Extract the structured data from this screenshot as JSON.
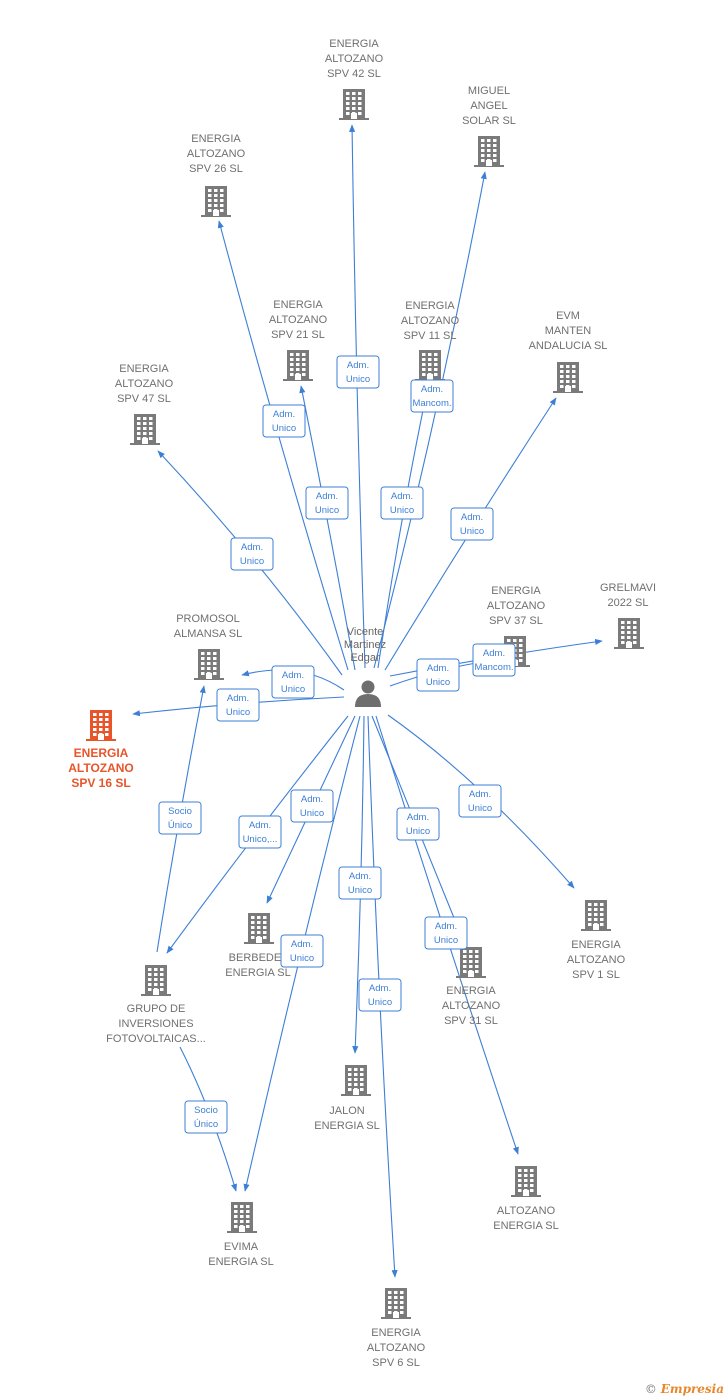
{
  "colors": {
    "edge": "#3d7fd6",
    "node": "#7a7a7a",
    "focus": "#e8552b"
  },
  "center": {
    "name_lines": [
      "Vicente",
      "Martinez",
      "Edgar"
    ],
    "icon": "person-icon"
  },
  "nodes": [
    {
      "id": "spv42",
      "lines": [
        "ENERGIA",
        "ALTOZANO",
        "SPV 42  SL"
      ]
    },
    {
      "id": "miguel",
      "lines": [
        "MIGUEL",
        "ANGEL",
        "SOLAR SL"
      ]
    },
    {
      "id": "spv26",
      "lines": [
        "ENERGIA",
        "ALTOZANO",
        "SPV 26  SL"
      ]
    },
    {
      "id": "spv21",
      "lines": [
        "ENERGIA",
        "ALTOZANO",
        "SPV 21  SL"
      ]
    },
    {
      "id": "spv11",
      "lines": [
        "ENERGIA",
        "ALTOZANO",
        "SPV 11  SL"
      ]
    },
    {
      "id": "evm",
      "lines": [
        "EVM",
        "MANTEN",
        "ANDALUCIA  SL"
      ]
    },
    {
      "id": "spv47",
      "lines": [
        "ENERGIA",
        "ALTOZANO",
        "SPV 47  SL"
      ]
    },
    {
      "id": "spv37",
      "lines": [
        "ENERGIA",
        "ALTOZANO",
        "SPV 37  SL"
      ]
    },
    {
      "id": "grelmavi",
      "lines": [
        "GRELMAVI",
        "2022  SL"
      ]
    },
    {
      "id": "promosol",
      "lines": [
        "PROMOSOL",
        "ALMANSA  SL"
      ]
    },
    {
      "id": "spv16",
      "lines": [
        "ENERGIA",
        "ALTOZANO",
        "SPV 16  SL"
      ],
      "focus": true
    },
    {
      "id": "spv1",
      "lines": [
        "ENERGIA",
        "ALTOZANO",
        "SPV 1  SL"
      ]
    },
    {
      "id": "berbedel",
      "lines": [
        "BERBEDEL",
        "ENERGIA  SL"
      ]
    },
    {
      "id": "grupo",
      "lines": [
        "GRUPO DE",
        "INVERSIONES",
        "FOTOVOLTAICAS..."
      ]
    },
    {
      "id": "spv31",
      "lines": [
        "ENERGIA",
        "ALTOZANO",
        "SPV 31  SL"
      ]
    },
    {
      "id": "jalon",
      "lines": [
        "JALON",
        "ENERGIA  SL"
      ]
    },
    {
      "id": "altozano",
      "lines": [
        "ALTOZANO",
        "ENERGIA  SL"
      ]
    },
    {
      "id": "evima",
      "lines": [
        "EVIMA",
        "ENERGIA  SL"
      ]
    },
    {
      "id": "spv6",
      "lines": [
        "ENERGIA",
        "ALTOZANO",
        "SPV 6  SL"
      ]
    }
  ],
  "edges": [
    {
      "from": "center",
      "to": "spv42",
      "label": [
        "Adm.",
        "Unico"
      ]
    },
    {
      "from": "center",
      "to": "miguel",
      "label": [
        "Adm.",
        "Mancom."
      ]
    },
    {
      "from": "center",
      "to": "spv26",
      "label": [
        "Adm.",
        "Unico"
      ]
    },
    {
      "from": "center",
      "to": "spv21",
      "label": [
        "Adm.",
        "Unico"
      ]
    },
    {
      "from": "center",
      "to": "spv11",
      "label": [
        "Adm.",
        "Unico"
      ]
    },
    {
      "from": "center",
      "to": "evm",
      "label": [
        "Adm.",
        "Unico"
      ]
    },
    {
      "from": "center",
      "to": "spv47",
      "label": [
        "Adm.",
        "Unico"
      ]
    },
    {
      "from": "center",
      "to": "spv37",
      "label": [
        "Adm.",
        "Unico"
      ]
    },
    {
      "from": "center",
      "to": "grelmavi",
      "label": [
        "Adm.",
        "Mancom."
      ]
    },
    {
      "from": "center",
      "to": "promosol",
      "label": [
        "Adm.",
        "Unico"
      ]
    },
    {
      "from": "center",
      "to": "spv16",
      "label": [
        "Adm.",
        "Unico"
      ]
    },
    {
      "from": "center",
      "to": "spv1",
      "label": [
        "Adm.",
        "Unico"
      ]
    },
    {
      "from": "center",
      "to": "berbedel",
      "label": [
        "Adm.",
        "Unico"
      ]
    },
    {
      "from": "center",
      "to": "grupo",
      "label": [
        "Adm.",
        "Unico,..."
      ]
    },
    {
      "from": "center",
      "to": "spv31",
      "label": [
        "Adm.",
        "Unico"
      ]
    },
    {
      "from": "center",
      "to": "jalon",
      "label": [
        "Adm.",
        "Unico"
      ]
    },
    {
      "from": "center",
      "to": "altozano",
      "label": [
        "Adm.",
        "Unico"
      ]
    },
    {
      "from": "center",
      "to": "evima",
      "label": [
        "Adm.",
        "Unico"
      ]
    },
    {
      "from": "center",
      "to": "spv6",
      "label": [
        "Adm.",
        "Unico"
      ]
    },
    {
      "from": "grupo",
      "to": "promosol",
      "label": [
        "Socio",
        "Único"
      ]
    },
    {
      "from": "grupo",
      "to": "evima",
      "label": [
        "Socio",
        "Único"
      ]
    }
  ],
  "watermark": {
    "symbol": "©",
    "brand": "Empresia"
  }
}
